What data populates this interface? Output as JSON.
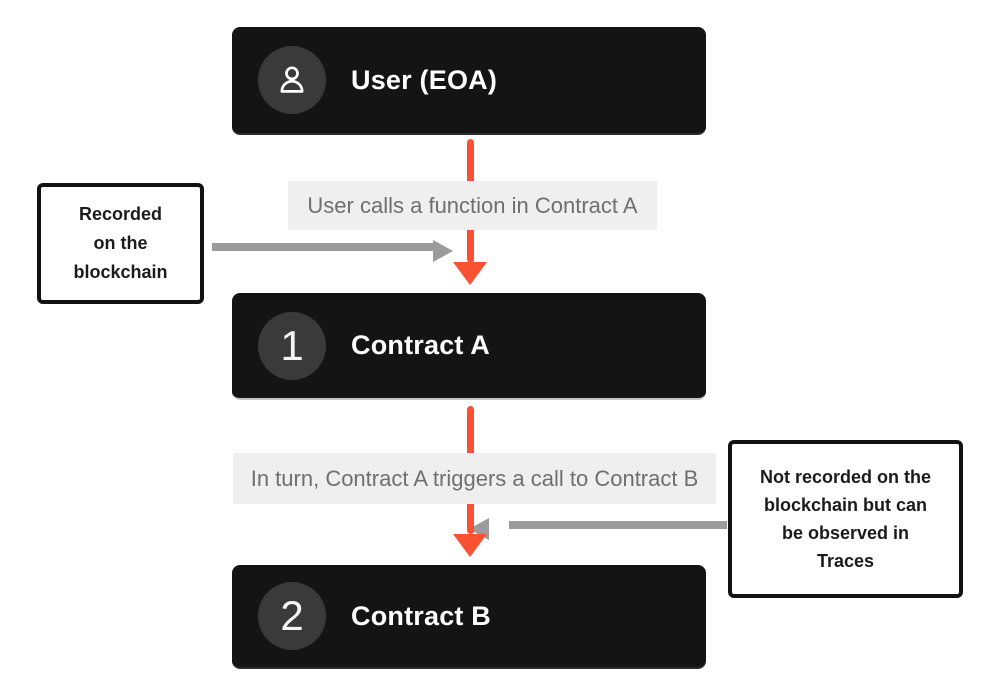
{
  "palette": {
    "page_bg": "#ffffff",
    "node_bg": "#141414",
    "node_text": "#ffffff",
    "badge_bg": "#3a3a3a",
    "accent_orange": "#f85232",
    "gray_arrow": "#9b9b9b",
    "label_bg": "#efefef",
    "label_text": "#6f6f6f",
    "note_border": "#121212",
    "note_text": "#1b1b1b"
  },
  "nodes": {
    "user": {
      "title": "User (EOA)",
      "icon": "user-icon"
    },
    "contract_a": {
      "title": "Contract A",
      "badge": "1"
    },
    "contract_b": {
      "title": "Contract B",
      "badge": "2"
    }
  },
  "flow_labels": {
    "user_to_a": "User calls a function in Contract A",
    "a_to_b": "In turn, Contract A triggers a call to Contract B"
  },
  "notes": {
    "recorded": {
      "lines": [
        "Recorded",
        "on the",
        "blockchain"
      ]
    },
    "not_recorded": {
      "lines": [
        "Not recorded on the",
        "blockchain but can",
        "be observed in",
        "Traces"
      ]
    }
  }
}
